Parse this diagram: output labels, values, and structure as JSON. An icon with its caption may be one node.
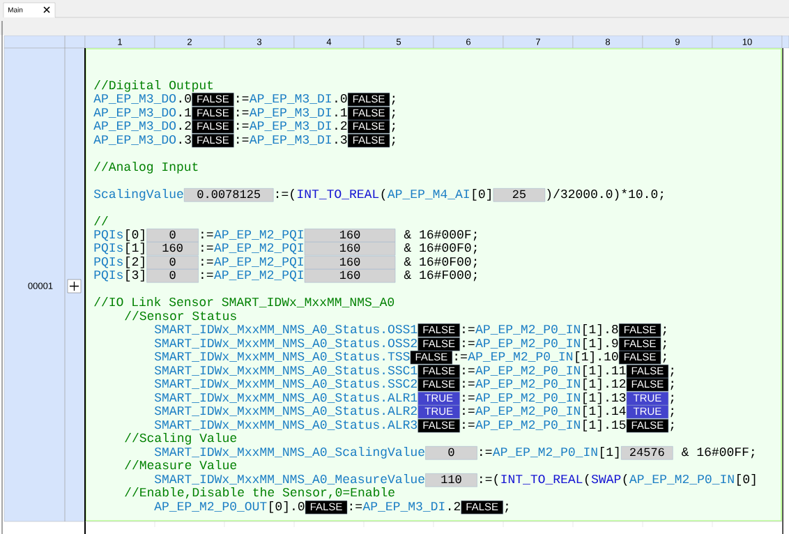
{
  "diagram": {
    "nodes": [
      {
        "text": [
          "FALSE"
        ]
      },
      {
        "text": [
          "FALSE"
        ]
      },
      {
        "text": [
          "FALSE"
        ]
      },
      {
        "text": [
          "FALSE"
        ]
      },
      {
        "text": [
          "FALSE"
        ]
      },
      {
        "text": [
          "FALSE"
        ]
      },
      {
        "text": [
          "FALSE"
        ]
      },
      {
        "text": [
          "FALSE"
        ]
      },
      {
        "text": [
          "0.0078125"
        ]
      },
      {
        "text": [
          "25"
        ]
      },
      {
        "text": [
          "0"
        ]
      },
      {
        "text": [
          "160"
        ]
      },
      {
        "text": [
          "160"
        ]
      },
      {
        "text": [
          "160"
        ]
      },
      {
        "text": [
          "0"
        ]
      },
      {
        "text": [
          "160"
        ]
      },
      {
        "text": [
          "0"
        ]
      },
      {
        "text": [
          "160"
        ]
      },
      {
        "text": [
          "FALSE"
        ]
      },
      {
        "text": [
          "FALSE"
        ]
      },
      {
        "text": [
          "FALSE"
        ]
      },
      {
        "text": [
          "FALSE"
        ]
      },
      {
        "text": [
          "FALSE"
        ]
      },
      {
        "text": [
          "FALSE"
        ]
      },
      {
        "text": [
          "FALSE"
        ]
      },
      {
        "text": [
          "FALSE"
        ]
      },
      {
        "text": [
          "FALSE"
        ]
      },
      {
        "text": [
          "FALSE"
        ]
      },
      {
        "text": [
          "TRUE"
        ]
      },
      {
        "text": [
          "TRUE"
        ]
      },
      {
        "text": [
          "TRUE"
        ]
      },
      {
        "text": [
          "TRUE"
        ]
      },
      {
        "text": [
          "FALSE"
        ]
      },
      {
        "text": [
          "FALSE"
        ]
      },
      {
        "text": [
          "0"
        ]
      },
      {
        "text": [
          "24576"
        ]
      },
      {
        "text": [
          "110"
        ]
      },
      {
        "text": [
          "FALSE"
        ]
      },
      {
        "text": [
          "FALSE"
        ]
      }
    ],
    "labels": [
      "Main",
      "1",
      "2",
      "3",
      "4",
      "5",
      "6",
      "7",
      "8",
      "9",
      "10",
      "00001",
      "//Digital Output",
      "AP_EP_M3_DO",
      ".0",
      ":=",
      "AP_EP_M3_DI",
      ".0",
      ";",
      "AP_EP_M3_DO",
      ".1",
      ":=",
      "AP_EP_M3_DI",
      ".1",
      ";",
      "AP_EP_M3_DO",
      ".2",
      ":=",
      "AP_EP_M3_DI",
      ".2",
      ";",
      "AP_EP_M3_DO",
      ".3",
      ":=",
      "AP_EP_M3_DI",
      ".3",
      ";",
      "//Analog Input",
      "ScalingValue",
      ":=(",
      "INT_TO_REAL",
      "(",
      "AP_EP_M4_AI",
      "[0]",
      ")/32000.0)*10.0;",
      "//",
      "PQIs",
      "[0]",
      ":=",
      "AP_EP_M2_PQI",
      "& 16#000F;",
      "PQIs",
      "[1]",
      ":=",
      "AP_EP_M2_PQI",
      "& 16#00F0;",
      "PQIs",
      "[2]",
      ":=",
      "AP_EP_M2_PQI",
      "& 16#0F00;",
      "PQIs",
      "[3]",
      ":=",
      "AP_EP_M2_PQI",
      "& 16#F000;",
      "//IO Link Sensor SMART_IDWx_MxxMM_NMS_A0",
      "//Sensor Status",
      "SMART_IDWx_MxxMM_NMS_A0_Status.OSS1",
      ":=",
      "AP_EP_M2_P0_IN",
      "[1].8",
      ";",
      "SMART_IDWx_MxxMM_NMS_A0_Status.OSS2",
      ":=",
      "AP_EP_M2_P0_IN",
      "[1].9",
      ";",
      "SMART_IDWx_MxxMM_NMS_A0_Status.TSS",
      ":=",
      "AP_EP_M2_P0_IN",
      "[1].10",
      ";",
      "SMART_IDWx_MxxMM_NMS_A0_Status.SSC1",
      ":=",
      "AP_EP_M2_P0_IN",
      "[1].11",
      ";",
      "SMART_IDWx_MxxMM_NMS_A0_Status.SSC2",
      ":=",
      "AP_EP_M2_P0_IN",
      "[1].12",
      ";",
      "SMART_IDWx_MxxMM_NMS_A0_Status.ALR1",
      ":=",
      "AP_EP_M2_P0_IN",
      "[1].13",
      ";",
      "SMART_IDWx_MxxMM_NMS_A0_Status.ALR2",
      ":=",
      "AP_EP_M2_P0_IN",
      "[1].14",
      ";",
      "SMART_IDWx_MxxMM_NMS_A0_Status.ALR3",
      ":=",
      "AP_EP_M2_P0_IN",
      "[1].15",
      ";",
      "//Scaling Value",
      "SMART_IDWx_MxxMM_NMS_A0_ScalingValue",
      ":=",
      "AP_EP_M2_P0_IN",
      "[1]",
      "& 16#00FF;",
      "//Measure Value",
      "SMART_IDWx_MxxMM_NMS_A0_MeasureValue",
      ":=(",
      "INT_TO_REAL",
      "(",
      "SWAP",
      "(",
      "AP_EP_M2_P0_IN",
      "[0]",
      "//Enable,Disable the Sensor,0=Enable",
      "AP_EP_M2_P0_OUT",
      "[0].0",
      ":=",
      "AP_EP_M3_DI",
      ".2",
      ";"
    ]
  }
}
